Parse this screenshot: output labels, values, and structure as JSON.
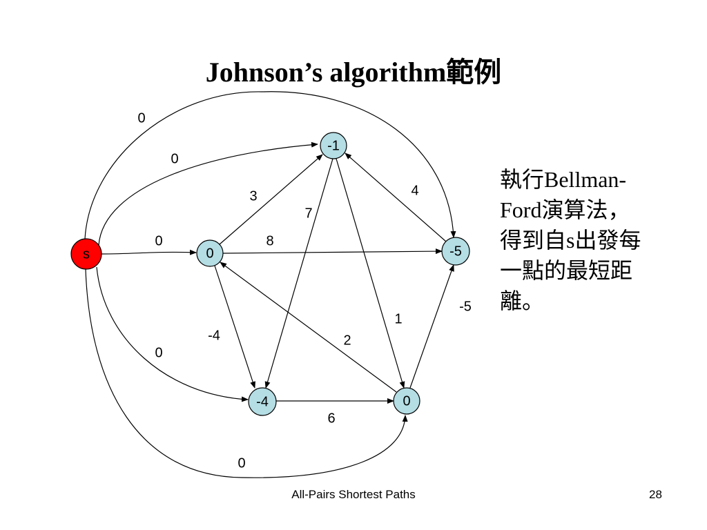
{
  "title": "Johnson’s algorithm範例",
  "colors": {
    "source_node": "#ff0000",
    "vertex_node": "#b4dde4",
    "edge": "#000000"
  },
  "graph": {
    "nodes": [
      {
        "id": "s",
        "label": "s",
        "kind": "source"
      },
      {
        "id": "top",
        "label": "-1",
        "kind": "vertex"
      },
      {
        "id": "left",
        "label": "0",
        "kind": "vertex"
      },
      {
        "id": "right",
        "label": "-5",
        "kind": "vertex"
      },
      {
        "id": "bottom_left",
        "label": "-4",
        "kind": "vertex"
      },
      {
        "id": "bottom_right",
        "label": "0",
        "kind": "vertex"
      }
    ],
    "edges": [
      {
        "id": "s-top",
        "from": "s",
        "to": "top",
        "weight": "0"
      },
      {
        "id": "s-right",
        "from": "s",
        "to": "right",
        "weight": "0"
      },
      {
        "id": "s-left",
        "from": "s",
        "to": "left",
        "weight": "0"
      },
      {
        "id": "s-bottom_left",
        "from": "s",
        "to": "bottom_left",
        "weight": "0"
      },
      {
        "id": "s-bottom_right",
        "from": "s",
        "to": "bottom_right",
        "weight": "0"
      },
      {
        "id": "left-top",
        "from": "left",
        "to": "top",
        "weight": "3"
      },
      {
        "id": "left-right",
        "from": "left",
        "to": "right",
        "weight": "8"
      },
      {
        "id": "left-bottom_left",
        "from": "left",
        "to": "bottom_left",
        "weight": "-4"
      },
      {
        "id": "top-bottom_left",
        "from": "top",
        "to": "bottom_left",
        "weight": "7"
      },
      {
        "id": "top-bottom_right",
        "from": "top",
        "to": "bottom_right",
        "weight": "1"
      },
      {
        "id": "right-top",
        "from": "right",
        "to": "top",
        "weight": "4"
      },
      {
        "id": "bottom_right-right",
        "from": "bottom_right",
        "to": "right",
        "weight": "-5"
      },
      {
        "id": "bottom_right-left",
        "from": "bottom_right",
        "to": "left",
        "weight": "2"
      },
      {
        "id": "bottom_left-bottom_right",
        "from": "bottom_left",
        "to": "bottom_right",
        "weight": "6"
      }
    ]
  },
  "note_lines": [
    "執行Bellman-",
    "Ford演算法，",
    "得到自s出發每",
    "一點的最短距",
    "離。"
  ],
  "footer": {
    "text": "All-Pairs Shortest Paths",
    "page": "28"
  }
}
